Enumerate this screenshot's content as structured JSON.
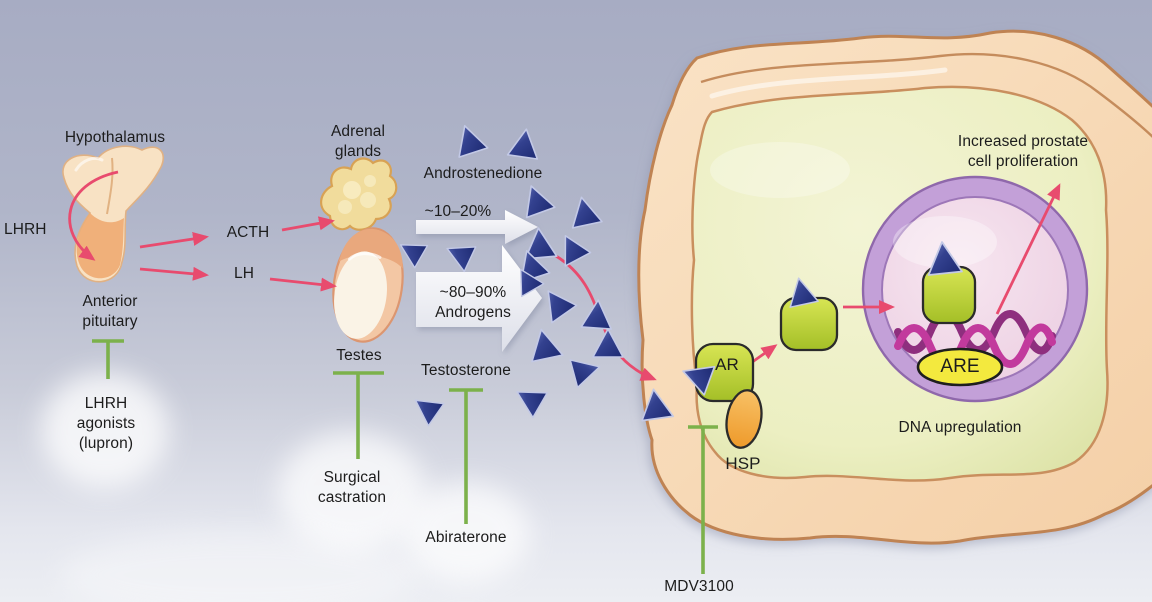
{
  "diagram": {
    "organs": {
      "hypothalamus_label": "Hypothalamus",
      "anterior_pituitary_label": "Anterior pituitary",
      "adrenal_glands_label": "Adrenal glands",
      "testes_label": "Testes"
    },
    "hormones": {
      "lhrh_label": "LHRH",
      "acth_label": "ACTH",
      "lh_label": "LH",
      "androstenedione_label": "Androstenedione",
      "adrenal_pct_label": "~10–20%",
      "testes_pct_label": "~80–90%",
      "androgens_label": "Androgens",
      "testosterone_label": "Testosterone"
    },
    "therapies": {
      "lhrh_agonists_label": "LHRH agonists (lupron)",
      "surgical_castration_label": "Surgical castration",
      "abiraterone_label": "Abiraterone",
      "mdv3100_label": "MDV3100"
    },
    "cell": {
      "ar_label": "AR",
      "hsp_label": "HSP",
      "are_label": "ARE",
      "dna_upregulation_label": "DNA upregulation",
      "proliferation_label": "Increased prostate cell proliferation"
    },
    "colors": {
      "arrow_pink": "#e84b6e",
      "inhibitor_green": "#7cb14b",
      "androgen_triangle_blue": "#2c3a8e",
      "membrane_peach": "#f7d8b5",
      "membrane_outline": "#bf8352",
      "cytoplasm_yellow": "#edefc5",
      "nucleus_purple": "#c3a0d8",
      "nucleoplasm_pink": "#f3dcea",
      "receptor_yellow_green": "#c6d93b",
      "hsp_orange": "#f5a843",
      "are_yellow": "#f3e93e",
      "dna_magenta": "#c23a9d"
    }
  }
}
